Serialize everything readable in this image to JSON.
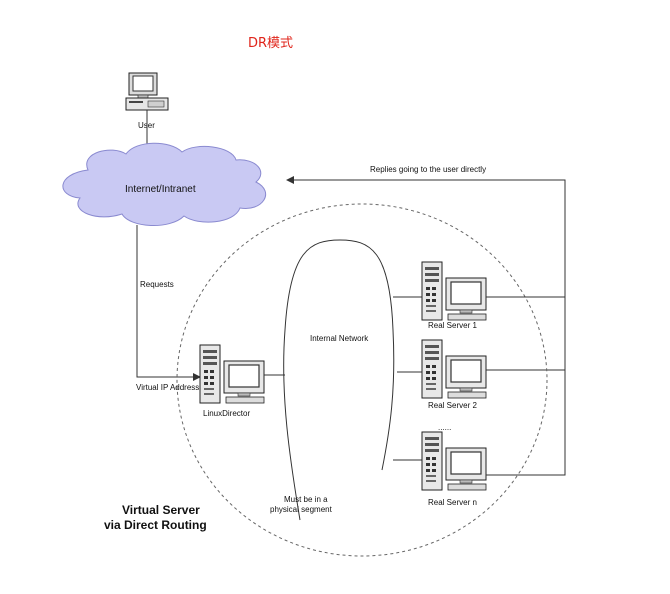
{
  "title": "DR模式",
  "colors": {
    "title": "#e0251b",
    "cloud_fill": "#c9c9f3",
    "cloud_stroke": "#8a8ad0",
    "line": "#333333",
    "dashed_circle": "#666666"
  },
  "user": {
    "label": "User",
    "icon": "workstation-icon"
  },
  "cloud": {
    "label": "Internet/Intranet"
  },
  "labels": {
    "replies": "Replies going to the user directly",
    "requests": "Requests",
    "vip": "Virtual IP Address",
    "internal_network": "Internal Network",
    "physical_segment_1": "Must be in a",
    "physical_segment_2": "physical segment",
    "ellipsis": "......"
  },
  "director": {
    "label": "LinuxDirector",
    "icon": "server-tower-icon"
  },
  "servers": [
    {
      "label": "Real Server 1",
      "icon": "server-tower-icon"
    },
    {
      "label": "Real Server 2",
      "icon": "server-tower-icon"
    },
    {
      "label": "Real Server n",
      "icon": "server-tower-icon"
    }
  ],
  "caption": {
    "line1": "Virtual Server",
    "line2": "via Direct Routing"
  }
}
